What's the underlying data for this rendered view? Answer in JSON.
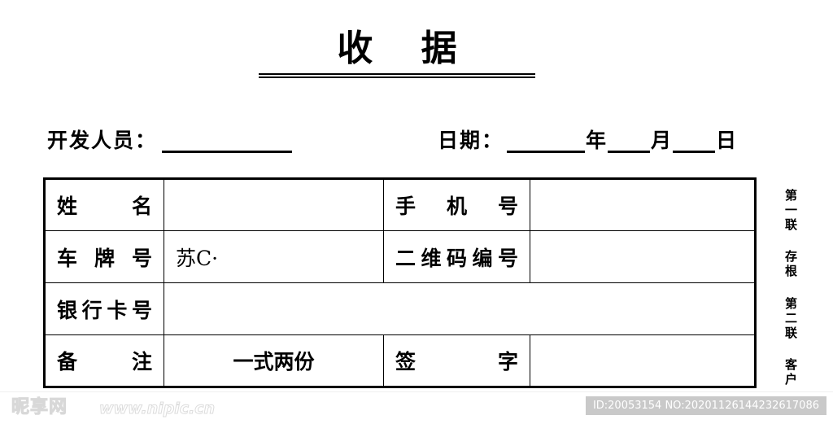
{
  "document": {
    "title": "收  据",
    "type": "receipt-form",
    "language": "zh-CN"
  },
  "header": {
    "developer_label": "开发人员：",
    "date_label": "日期：",
    "year_unit": "年",
    "month_unit": "月",
    "day_unit": "日",
    "developer_value": "",
    "year_value": "",
    "month_value": "",
    "day_value": ""
  },
  "table": {
    "rows": [
      {
        "label_left": "姓  名",
        "value_left": "",
        "label_right": "手 机 号",
        "value_right": ""
      },
      {
        "label_left": "车 牌 号",
        "value_left": "苏C·",
        "label_right": "二维码编号",
        "value_right": ""
      },
      {
        "label_left": "银行卡号",
        "value_left": "",
        "label_right": "",
        "value_right": ""
      },
      {
        "label_left": "备  注",
        "value_left": "一式两份",
        "label_right": "签  字",
        "value_right": ""
      }
    ]
  },
  "copies": {
    "first": "第一联 存根",
    "second": "第二联 客户"
  },
  "footer": {
    "watermark_logo": "昵享网",
    "watermark_url": "www.nipic.cn",
    "id_badge": "ID:20053154 NO:20201126144232617086"
  },
  "colors": {
    "ink": "#000000",
    "paper": "#ffffff",
    "badge_bg": "#c9c9c9",
    "watermark": "#d8d8d8"
  }
}
